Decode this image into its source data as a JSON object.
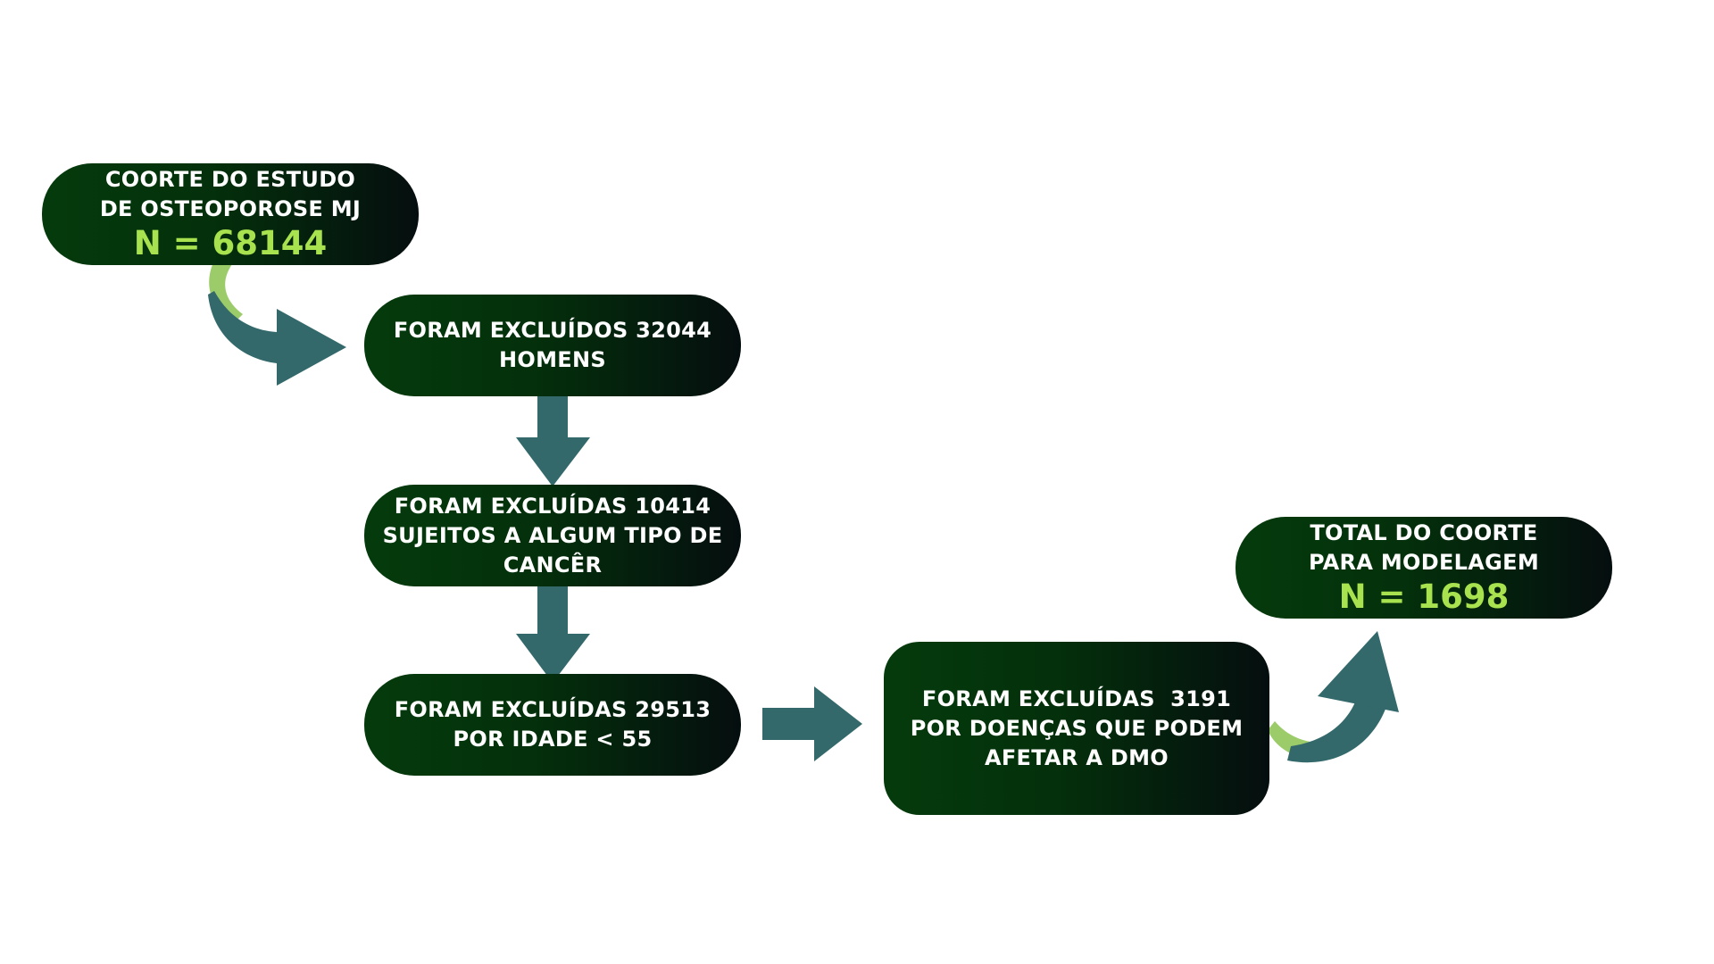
{
  "boxes": {
    "cohort": {
      "lines": [
        "COORTE DO ESTUDO",
        "DE OSTEOPOROSE MJ"
      ],
      "count": "N = 68144"
    },
    "excluded_men": {
      "lines": [
        "FORAM EXCLUÍDOS 32044",
        "HOMENS"
      ]
    },
    "excluded_cancer": {
      "lines": [
        "FORAM EXCLUÍDAS 10414",
        "SUJEITOS A ALGUM TIPO DE",
        "CANCÊR"
      ]
    },
    "excluded_age": {
      "lines": [
        "FORAM EXCLUÍDAS 29513",
        "POR IDADE < 55"
      ]
    },
    "excluded_disease": {
      "lines": [
        "FORAM EXCLUÍDAS  3191",
        "POR DOENÇAS QUE PODEM",
        "AFETAR A DMO"
      ]
    },
    "total": {
      "lines": [
        "TOTAL DO COORTE",
        "PARA MODELAGEM"
      ],
      "count": "N = 1698"
    }
  },
  "colors": {
    "box_start": "#053b0c",
    "box_end": "#050e0f",
    "count_text": "#a8e24e",
    "arrow": "#33696b",
    "arrow_accent": "#9ccc6a",
    "text": "#ffffff"
  },
  "arrows": [
    {
      "name": "curved-arrow-cohort-to-men",
      "from": "cohort",
      "to": "excluded_men",
      "style": "curved"
    },
    {
      "name": "down-arrow-men-to-cancer",
      "from": "excluded_men",
      "to": "excluded_cancer",
      "style": "block"
    },
    {
      "name": "down-arrow-cancer-to-age",
      "from": "excluded_cancer",
      "to": "excluded_age",
      "style": "block"
    },
    {
      "name": "right-arrow-age-to-disease",
      "from": "excluded_age",
      "to": "excluded_disease",
      "style": "block"
    },
    {
      "name": "curved-arrow-disease-to-total",
      "from": "excluded_disease",
      "to": "total",
      "style": "curved"
    }
  ]
}
